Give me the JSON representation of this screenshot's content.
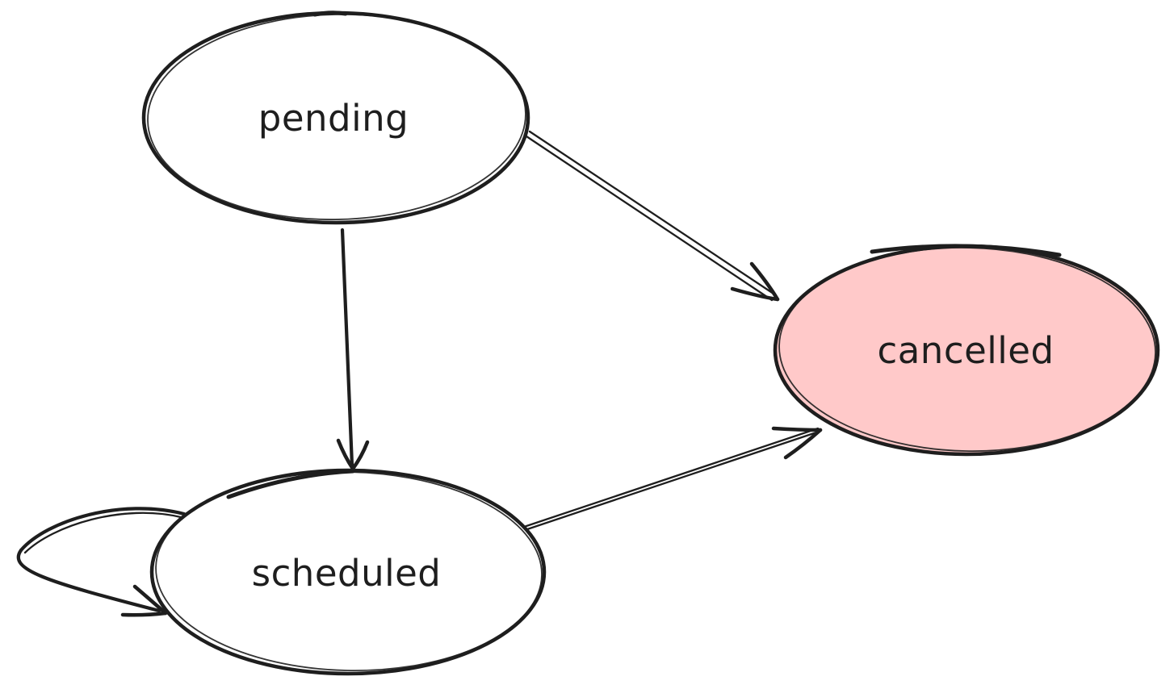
{
  "colors": {
    "background": "#ffffff",
    "stroke": "#1e1e1e",
    "node_fill_default": "#ffffff",
    "cancelled_fill": "#ffc9c9"
  },
  "diagram": {
    "type": "state-diagram",
    "style": "hand-drawn",
    "nodes": [
      {
        "id": "pending",
        "label": "pending",
        "fill": "#ffffff"
      },
      {
        "id": "scheduled",
        "label": "scheduled",
        "fill": "#ffffff"
      },
      {
        "id": "cancelled",
        "label": "cancelled",
        "fill": "#ffc9c9"
      }
    ],
    "edges": [
      {
        "from": "pending",
        "to": "cancelled"
      },
      {
        "from": "pending",
        "to": "scheduled"
      },
      {
        "from": "scheduled",
        "to": "cancelled"
      },
      {
        "from": "scheduled",
        "to": "scheduled",
        "type": "self-loop"
      }
    ]
  }
}
